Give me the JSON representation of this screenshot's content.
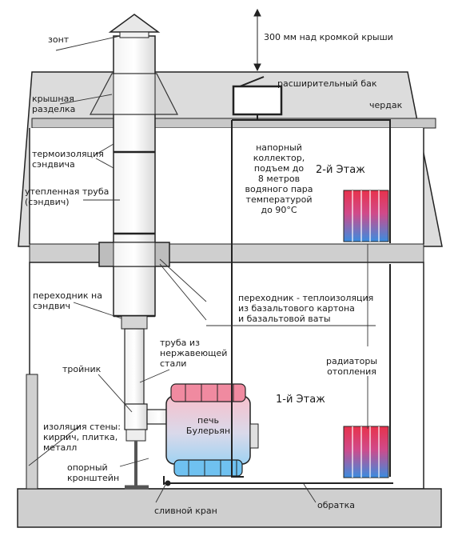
{
  "labels": {
    "umbrella": "зонт",
    "height_note": "300 мм над кромкой крыши",
    "roof_cut": "крышная\nразделка",
    "expansion_tank": "расширительный бак",
    "attic": "чердак",
    "thermal_insulation": "термоизоляция\nсэндвича",
    "pressure_collector": "напорный\nколлектор,\nподъем до\n8 метров\nводяного пара\nтемпературой\nдо 90°С",
    "floor2": "2-й Этаж",
    "insulated_pipe": "утепленная труба\n(сэндвич)",
    "sandwich_adapter": "переходник на\nсэндвич",
    "adapter_insulation": "переходник - теплоизоляция\nиз базальтового картона\nи базальтовой ваты",
    "steel_pipe": "труба из\nнержавеющей\nстали",
    "tee": "тройник",
    "radiators": "радиаторы\nотопления",
    "floor1": "1-й Этаж",
    "stove": "печь\nБулерьян",
    "wall_insulation": "изоляция стены:\nкирпич, плитка,\nметалл",
    "support_bracket": "опорный\nкронштейн",
    "drain_valve": "сливной кран",
    "return_line": "обратка"
  },
  "colors": {
    "radiator_hot": "#e8324c",
    "radiator_cold": "#3a8de0",
    "structure_fill": "#d9d9d9",
    "outline": "#222222"
  }
}
